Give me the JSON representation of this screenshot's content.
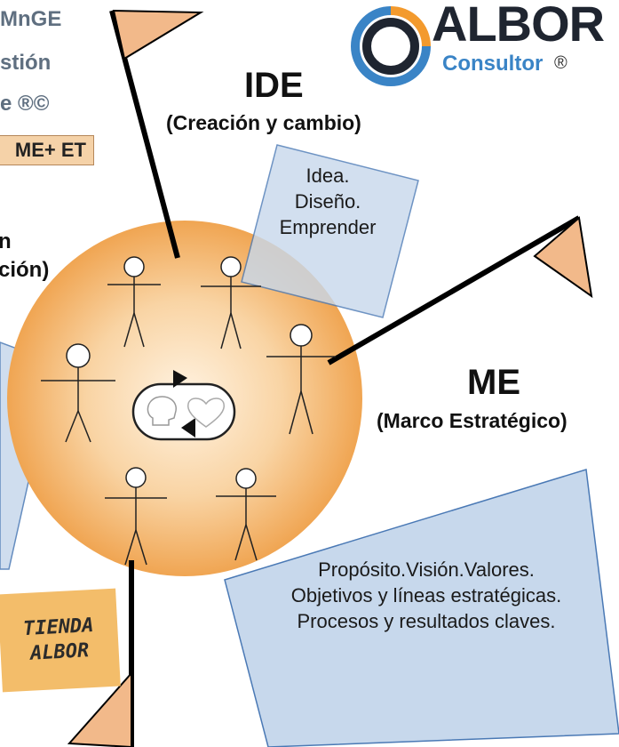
{
  "header": {
    "line1": "MnGE",
    "line2": "stión",
    "line3": "e ®©",
    "badge": "ME+ ET"
  },
  "logo": {
    "word": "ALBOR",
    "sub": "Consultor",
    "reg": "®"
  },
  "left_partial": {
    "line1": "n",
    "line2": "ción)"
  },
  "ide": {
    "title": "IDE",
    "subtitle": "(Creación y cambio)",
    "note": [
      "Idea.",
      "Diseño.",
      "Emprender"
    ]
  },
  "me": {
    "title": "ME",
    "subtitle": "(Marco Estratégico)",
    "note": [
      "Propósito.Visión.Valores.",
      "Objetivos y líneas estratégicas.",
      "Procesos y resultados claves."
    ]
  },
  "tienda": {
    "line1": "TIENDA",
    "line2": "ALBOR"
  },
  "colors": {
    "sphere_center": "#fff3e2",
    "sphere_edge": "#f0a552",
    "note_fill": "#c7d8ec",
    "flag_fill": "#f2b98a",
    "logo_orange": "#f39a2d",
    "logo_blue": "#3a84c6"
  },
  "icons": [
    "head-icon",
    "heart-icon",
    "cycle-arrows-icon",
    "flag-icon",
    "stick-figure-icon"
  ]
}
